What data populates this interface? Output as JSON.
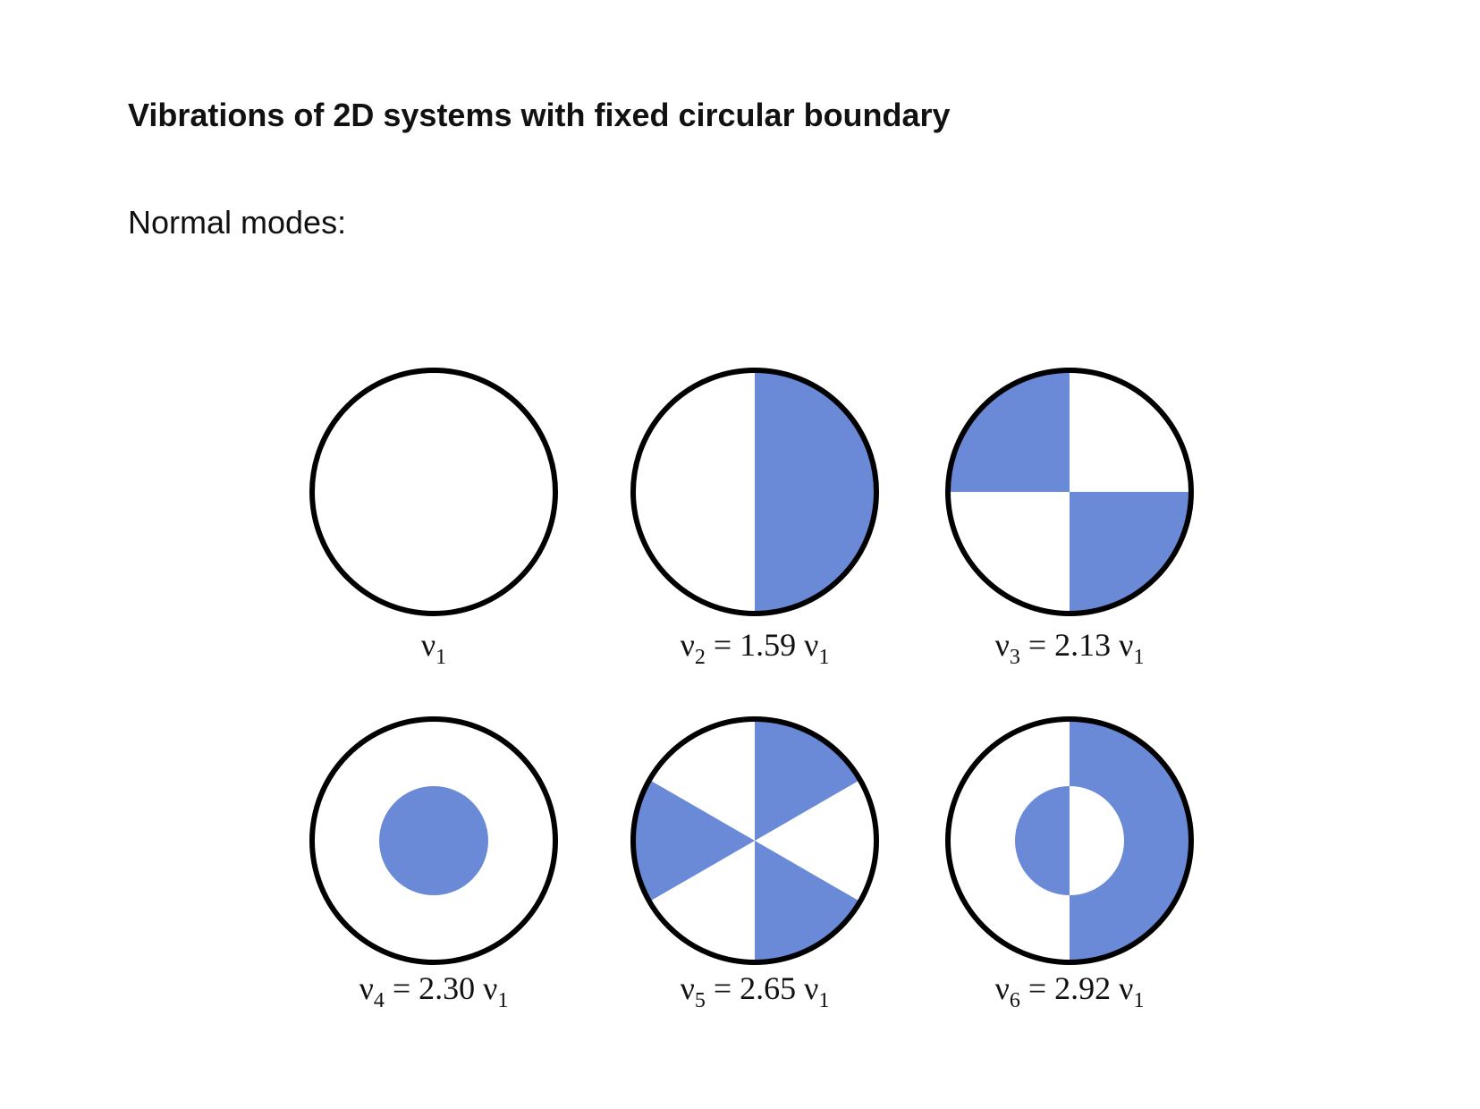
{
  "title": "Vibrations of 2D systems with fixed circular boundary",
  "subtitle": "Normal modes:",
  "colors": {
    "fill": "#6a89d6",
    "outline": "#000000"
  },
  "modes": [
    {
      "label": {
        "sym": "ν",
        "sub": "1",
        "rest": ""
      }
    },
    {
      "label": {
        "sym": "ν",
        "sub": "2",
        "rest": " = 1.59 ",
        "sym2": "ν",
        "sub2": "1"
      }
    },
    {
      "label": {
        "sym": "ν",
        "sub": "3",
        "rest": " = 2.13 ",
        "sym2": "ν",
        "sub2": "1"
      }
    },
    {
      "label": {
        "sym": "ν",
        "sub": "4",
        "rest": " = 2.30 ",
        "sym2": "ν",
        "sub2": "1"
      }
    },
    {
      "label": {
        "sym": "ν",
        "sub": "5",
        "rest": " = 2.65 ",
        "sym2": "ν",
        "sub2": "1"
      }
    },
    {
      "label": {
        "sym": "ν",
        "sub": "6",
        "rest": " = 2.92 ",
        "sym2": "ν",
        "sub2": "1"
      }
    }
  ]
}
